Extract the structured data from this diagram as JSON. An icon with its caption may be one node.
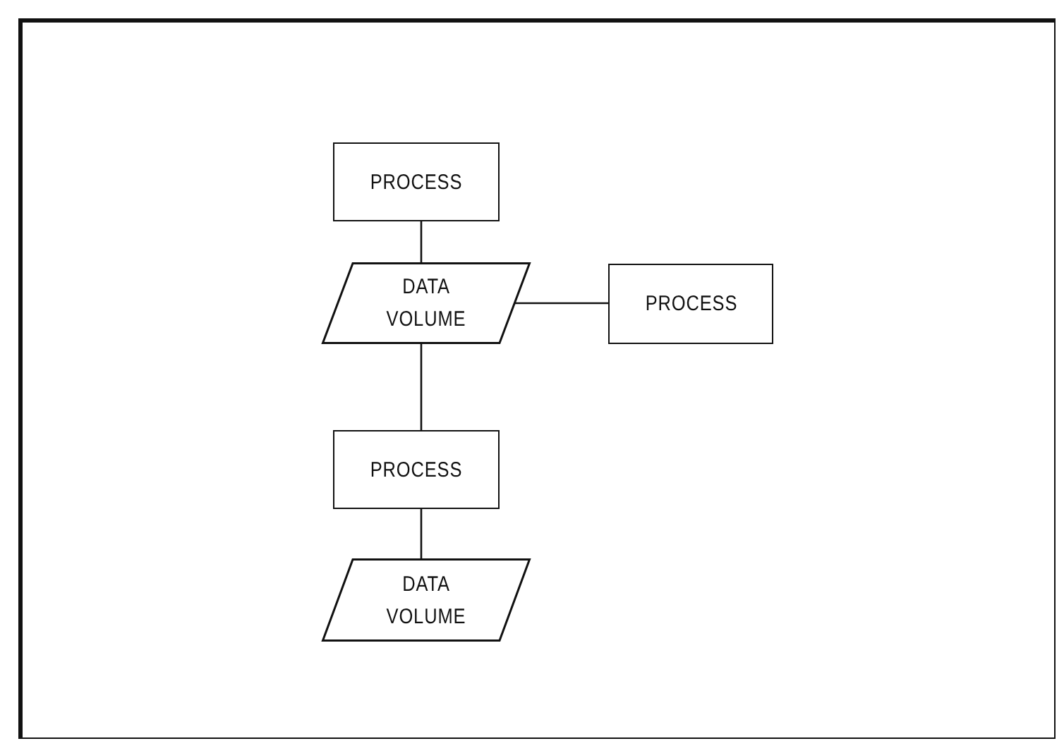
{
  "diagram": {
    "nodes": [
      {
        "text": [
          "PROCESS"
        ]
      },
      {
        "text": [
          "DATA VOLUME"
        ]
      },
      {
        "text": [
          "PROCESS"
        ]
      },
      {
        "text": [
          "PROCESS"
        ]
      },
      {
        "text": [
          "DATA VOLUME"
        ]
      }
    ],
    "edges": [
      {
        "from": 0,
        "to": 1,
        "arrow": "none"
      },
      {
        "from": 1,
        "to": 2,
        "arrow": "none"
      },
      {
        "from": 1,
        "to": 3,
        "arrow": "none"
      },
      {
        "from": 3,
        "to": 4,
        "arrow": "none"
      }
    ]
  }
}
